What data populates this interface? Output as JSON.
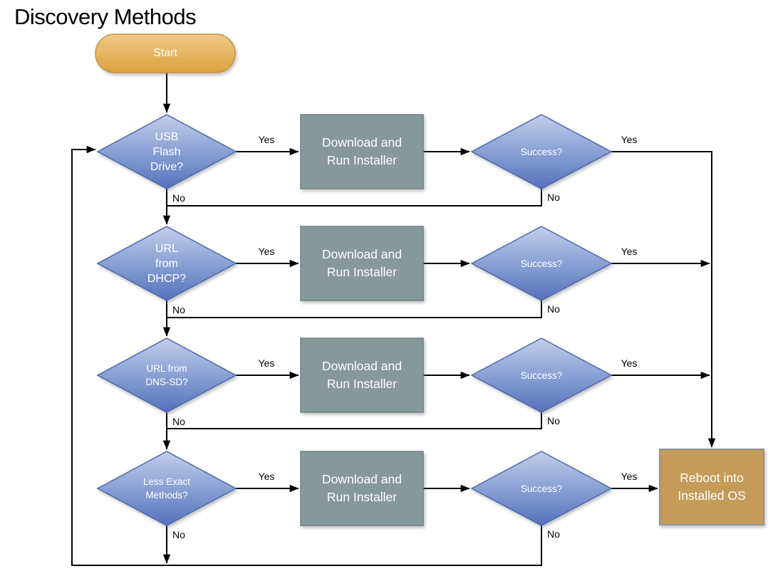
{
  "title": "Discovery Methods",
  "start": {
    "label": "Start"
  },
  "rows": [
    {
      "decision": {
        "lines": [
          "USB",
          "Flash",
          "Drive?"
        ]
      },
      "installer": {
        "lines": [
          "Download and",
          "Run Installer"
        ]
      },
      "success": {
        "label": "Success?"
      },
      "edge_labels": {
        "decision_yes": "Yes",
        "decision_no": "No",
        "success_yes": "Yes",
        "success_no": "No"
      }
    },
    {
      "decision": {
        "lines": [
          "URL",
          "from",
          "DHCP?"
        ]
      },
      "installer": {
        "lines": [
          "Download and",
          "Run Installer"
        ]
      },
      "success": {
        "label": "Success?"
      },
      "edge_labels": {
        "decision_yes": "Yes",
        "decision_no": "No",
        "success_yes": "Yes",
        "success_no": "No"
      }
    },
    {
      "decision": {
        "lines": [
          "URL from",
          "DNS-SD?"
        ]
      },
      "installer": {
        "lines": [
          "Download and",
          "Run Installer"
        ]
      },
      "success": {
        "label": "Success?"
      },
      "edge_labels": {
        "decision_yes": "Yes",
        "decision_no": "No",
        "success_yes": "Yes",
        "success_no": "No"
      }
    },
    {
      "decision": {
        "lines": [
          "Less Exact",
          "Methods?"
        ]
      },
      "installer": {
        "lines": [
          "Download and",
          "Run Installer"
        ]
      },
      "success": {
        "label": "Success?"
      },
      "edge_labels": {
        "decision_yes": "Yes",
        "decision_no": "No",
        "success_yes": "Yes",
        "success_no": "No"
      }
    }
  ],
  "reboot": {
    "lines": [
      "Reboot into",
      "Installed OS"
    ]
  },
  "colors": {
    "decision_fill_top": "#b8c6e8",
    "decision_fill_bottom": "#5571bc",
    "decision_border": "#4a69ac",
    "installer_fill": "#85999b",
    "installer_border": "#6f8183",
    "start_fill_top": "#eec887",
    "start_fill_bottom": "#dca23c",
    "start_border": "#c99440",
    "reboot_fill": "#c59b59",
    "reboot_border": "#8d9495",
    "connector": "#000000",
    "edge_label_text": "#000000",
    "node_text": "#ffffff",
    "title_text": "#000000"
  }
}
